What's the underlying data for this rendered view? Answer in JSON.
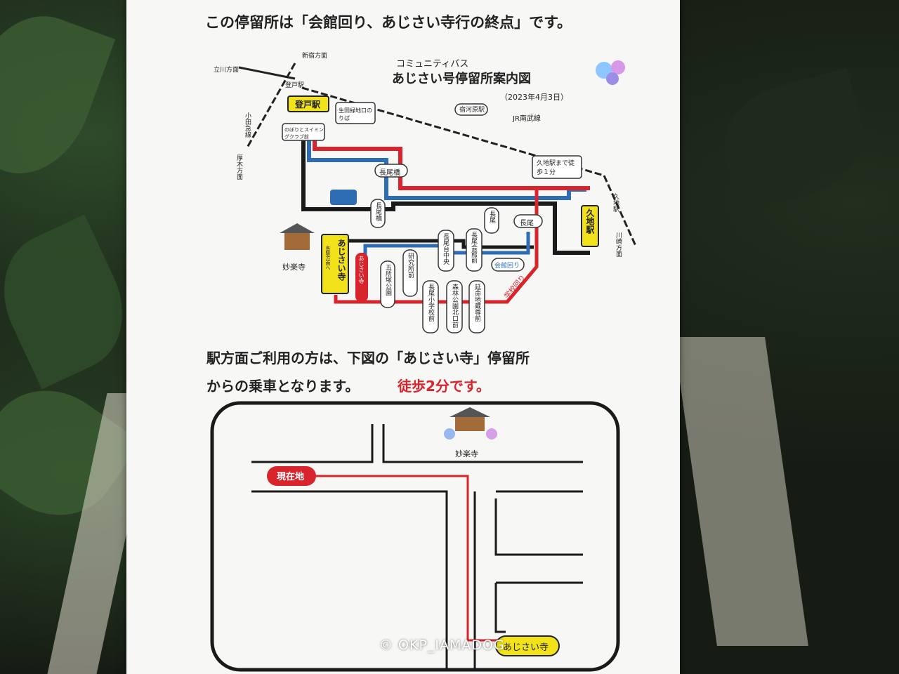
{
  "header_text": "この停留所は「会館回り、あじさい寺行の終点」です。",
  "map_title_sub": "コミュニティバス",
  "map_title": "あじさい号停留所案内図",
  "map_date": "（2023年4月3日）",
  "map_labels": {
    "shinjuku": "新宿方面",
    "tachikawa": "立川方面",
    "noborito_station_box": "登戸駅",
    "odakyu": "小田急線",
    "atsugi": "厚木方面",
    "noborito_stop": "登戸駅",
    "ikuta": "生田緑地口のりば",
    "noborito_swim": "のぼりとスイミングクラブ前",
    "shukugawara": "宿河原駅",
    "jr_nambu": "JR南武線",
    "naganobashi_top": "長尾橋",
    "kuji_walk": "久地駅まで徒歩１分",
    "kuji_station": "久地駅",
    "kuji_vertical": "久地駅",
    "kawasaki": "川崎方面",
    "naganobashi_v": "長尾橋",
    "nagao_v": "長尾",
    "nagao_h": "長尾",
    "myorakuji": "妙楽寺",
    "ajisai_terminal": "あじさい寺",
    "ajisai_sub": "各駅方面へ",
    "ajisai_red": "あじさい寺",
    "goshozuka": "五所塚公園",
    "kenkyujo": "研究所前",
    "nagaodai": "長尾台中央",
    "nagao_shogakko": "長尾小学校前",
    "nagao_kaikan": "長尾会館前",
    "shinrin": "森林公園北口前",
    "enmei": "延命地蔵尊前",
    "kaikan_mawari": "会館回り",
    "gakko_mawari": "学校回り"
  },
  "instruction_line1": "駅方面ご利用の方は、下図の「あじさい寺」停留所",
  "instruction_line2a": "からの乗車となります。",
  "instruction_line2b": "徒歩2分です。",
  "lower_map": {
    "current": "現在地",
    "temple": "妙楽寺",
    "ajisai": "あじさい寺"
  },
  "watermark": "© OKP_IAMADOG",
  "colors": {
    "red": "#d8242c",
    "blue": "#2e6db4",
    "black": "#1a1a1a",
    "yellow": "#f2e21a"
  }
}
